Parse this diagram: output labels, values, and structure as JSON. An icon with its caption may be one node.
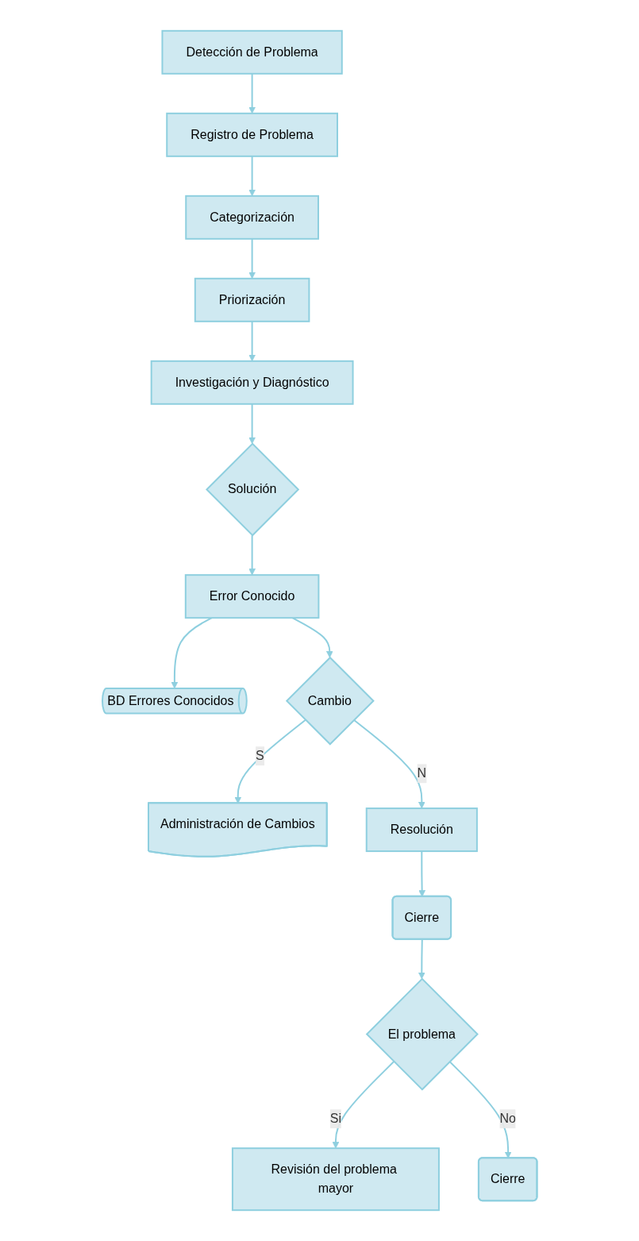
{
  "diagram": {
    "nodes": [
      {
        "text": [
          "Detección de Problema"
        ]
      },
      {
        "text": [
          "Registro de Problema"
        ]
      },
      {
        "text": [
          "Categorización"
        ]
      },
      {
        "text": [
          "Priorización"
        ]
      },
      {
        "text": [
          "Investigación y Diagnóstico"
        ]
      },
      {
        "text": [
          "Solución"
        ]
      },
      {
        "text": [
          "Error Conocido"
        ]
      },
      {
        "text": [
          "BD Errores Conocidos"
        ]
      },
      {
        "text": [
          "Cambio"
        ]
      },
      {
        "text": [
          "Administración de Cambios"
        ]
      },
      {
        "text": [
          "Resolución"
        ]
      },
      {
        "text": [
          "Cierre"
        ]
      },
      {
        "text": [
          "El problema"
        ]
      },
      {
        "text": [
          "Revisión del problema mayor"
        ]
      },
      {
        "text": [
          "Cierre"
        ]
      }
    ],
    "edges": [
      {
        "from": 0,
        "to": 1,
        "arrow": "to"
      },
      {
        "from": 1,
        "to": 2,
        "arrow": "to"
      },
      {
        "from": 2,
        "to": 3,
        "arrow": "to"
      },
      {
        "from": 3,
        "to": 4,
        "arrow": "to"
      },
      {
        "from": 4,
        "to": 5,
        "arrow": "to"
      },
      {
        "from": 5,
        "to": 6,
        "arrow": "to"
      },
      {
        "from": 6,
        "to": 7,
        "arrow": "to"
      },
      {
        "from": 6,
        "to": 8,
        "arrow": "to"
      },
      {
        "from": 8,
        "to": 9,
        "label": "S",
        "arrow": "to"
      },
      {
        "from": 8,
        "to": 10,
        "label": "N",
        "arrow": "to"
      },
      {
        "from": 10,
        "to": 11,
        "arrow": "to"
      },
      {
        "from": 11,
        "to": 12,
        "arrow": "to"
      },
      {
        "from": 12,
        "to": 13,
        "label": "Si",
        "arrow": "to"
      },
      {
        "from": 12,
        "to": 14,
        "label": "No",
        "arrow": "to"
      }
    ]
  }
}
